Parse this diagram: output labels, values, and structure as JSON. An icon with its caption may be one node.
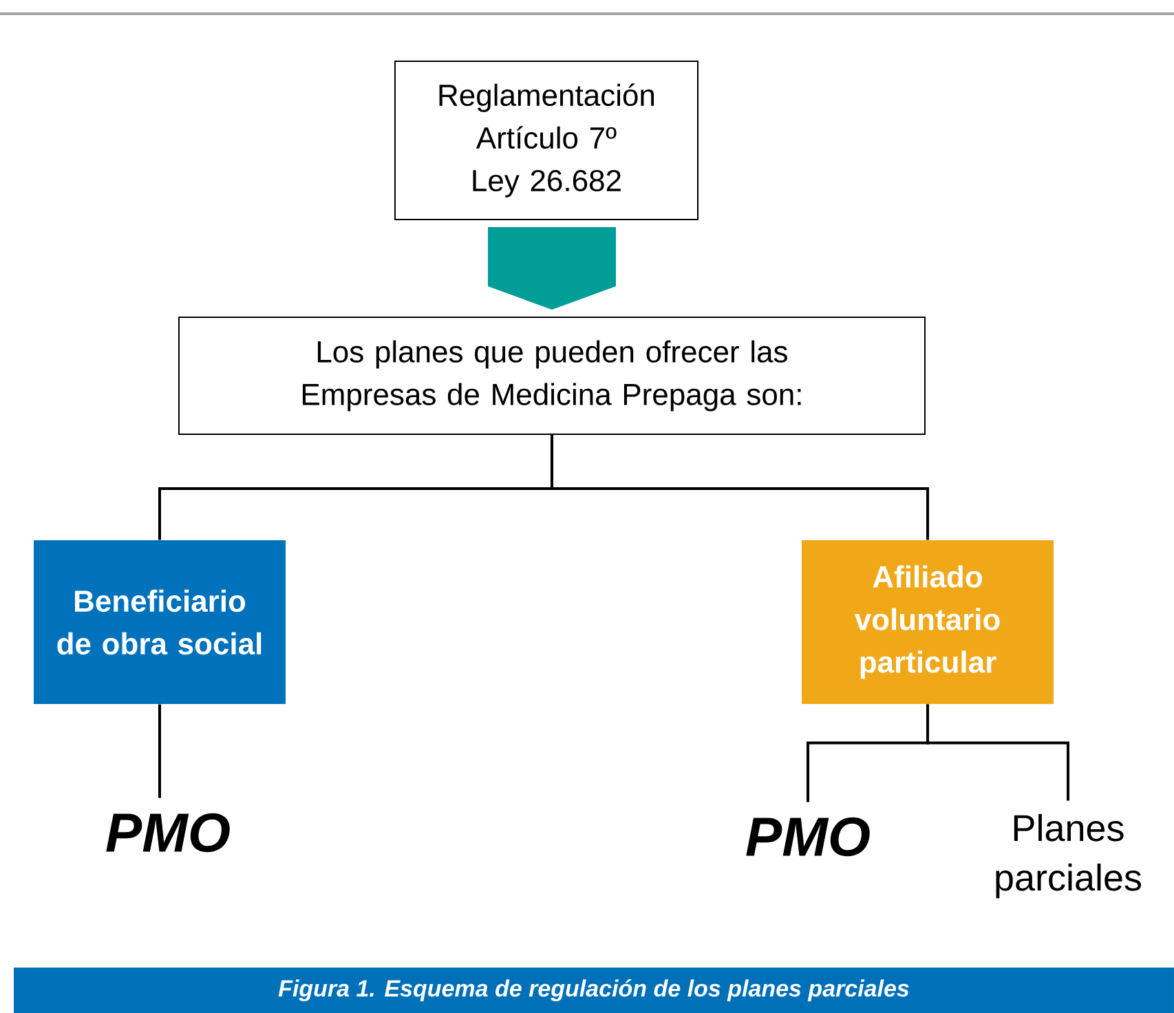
{
  "diagram": {
    "caption": "Figura 1. Esquema de regulación de los planes parciales",
    "nodes": [
      {
        "text": [
          "Reglamentación Artículo 7º Ley 26.682"
        ]
      },
      {
        "text": [
          "Los planes que pueden ofrecer las Empresas de Medicina Prepaga son:"
        ]
      },
      {
        "text": [
          "Beneficiario de obra social"
        ]
      },
      {
        "text": [
          "Afiliado voluntario particular"
        ]
      },
      {
        "text": [
          "PMO"
        ]
      },
      {
        "text": [
          "PMO"
        ]
      },
      {
        "text": [
          "Planes parciales"
        ]
      }
    ],
    "edges": [
      {
        "from": 0,
        "to": 1,
        "arrow": "to",
        "style": "thick",
        "color": "#009e96"
      },
      {
        "from": 1,
        "to": 2,
        "arrow": "none"
      },
      {
        "from": 1,
        "to": 3,
        "arrow": "none"
      },
      {
        "from": 2,
        "to": 4,
        "arrow": "none"
      },
      {
        "from": 3,
        "to": 5,
        "arrow": "none"
      },
      {
        "from": 3,
        "to": 6,
        "arrow": "none"
      }
    ]
  }
}
